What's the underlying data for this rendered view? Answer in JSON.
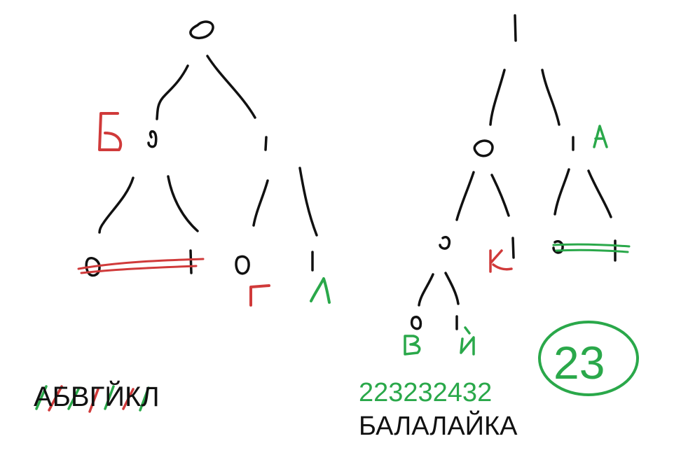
{
  "drawing": {
    "alphabet": "АБВГЙКЛ",
    "digit_sequence": "223232432",
    "word": "БАЛАЛАЙКА",
    "score": "23",
    "left_tree_labels": {
      "b": "Б",
      "g": "Г",
      "l": "Л"
    },
    "right_tree_labels": {
      "a": "А",
      "k": "К",
      "v": "В",
      "y": "Й"
    },
    "colors": {
      "ink": "#111111",
      "red": "#d03a3a",
      "green": "#2aa84a"
    }
  }
}
